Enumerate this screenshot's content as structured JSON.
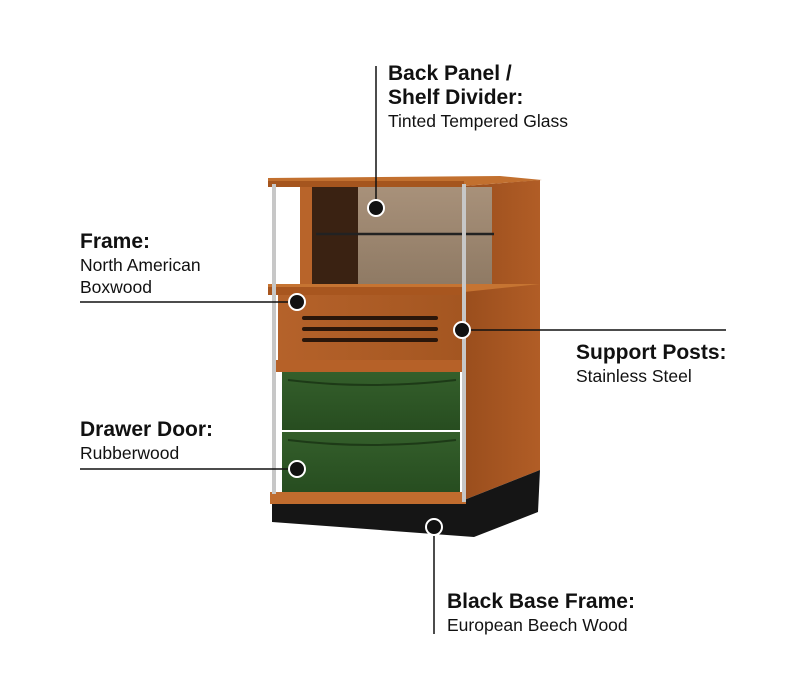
{
  "callouts": {
    "back_panel": {
      "title_line1": "Back Panel /",
      "title_line2": "Shelf Divider:",
      "material": "Tinted Tempered Glass"
    },
    "frame": {
      "title": "Frame:",
      "material_line1": "North American",
      "material_line2": "Boxwood"
    },
    "support_posts": {
      "title": "Support Posts:",
      "material": "Stainless Steel"
    },
    "drawer_door": {
      "title": "Drawer Door:",
      "material": "Rubberwood"
    },
    "base_frame": {
      "title": "Black Base Frame:",
      "material": "European Beech Wood"
    }
  },
  "colors": {
    "wood": "#b8642a",
    "wood_dark": "#8a4519",
    "glass": "#a08a72",
    "drawer": "#2f5a26",
    "base": "#151515",
    "steel": "#b8b8b8",
    "marker": "#111111"
  }
}
